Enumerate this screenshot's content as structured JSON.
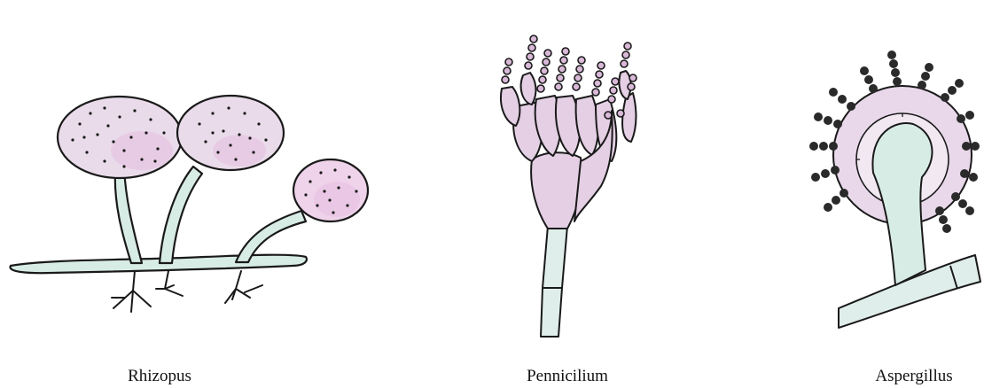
{
  "figure": {
    "panels": [
      {
        "id": "rhizopus",
        "label": "Rhizopus"
      },
      {
        "id": "penicillium",
        "label": "Pennicilium"
      },
      {
        "id": "aspergillus",
        "label": "Aspergillus"
      }
    ],
    "colors": {
      "outline": "#1a1a1a",
      "stalk_fill": "#d8ece6",
      "sporangium_fill": "#eadbea",
      "sporangium_tint": "#e6bfe0",
      "conidia_dark": "#2a2a2a",
      "penicillium_fill": "#e4cfe4"
    }
  }
}
